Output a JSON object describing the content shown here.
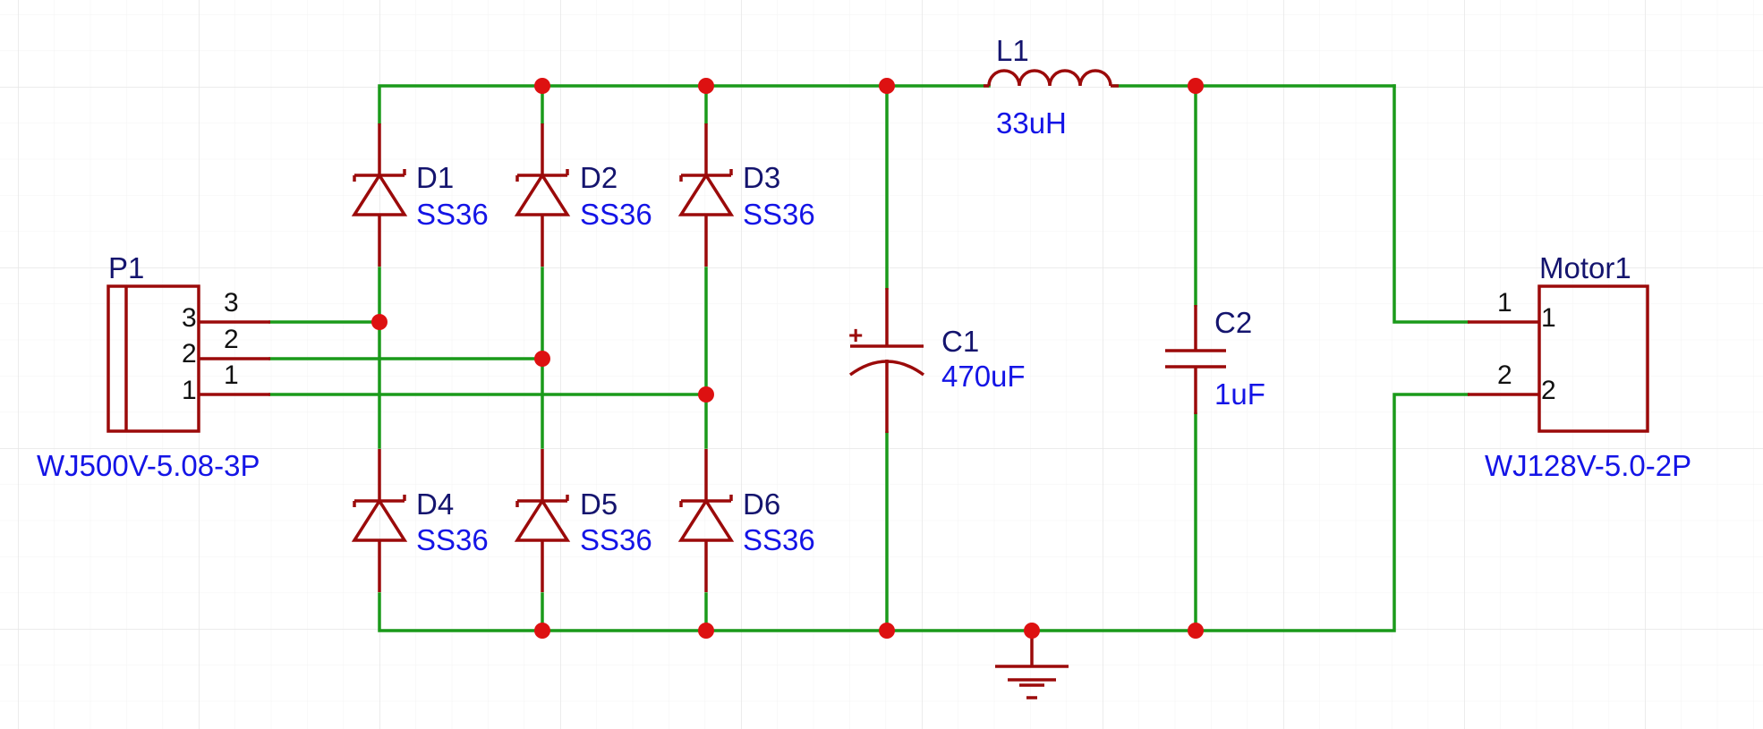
{
  "schematic": {
    "colors": {
      "wire": "#1a9a1a",
      "symbol": "#9b0a0a",
      "junction": "#dd1111",
      "designator": "#14146e",
      "value": "#1414e6",
      "grid": "#e8e8e8"
    },
    "components": {
      "P1": {
        "designator": "P1",
        "value": "WJ500V-5.08-3P",
        "pins": [
          "3",
          "2",
          "1"
        ],
        "outer_pins": [
          "3",
          "2",
          "1"
        ]
      },
      "D1": {
        "designator": "D1",
        "value": "SS36"
      },
      "D2": {
        "designator": "D2",
        "value": "SS36"
      },
      "D3": {
        "designator": "D3",
        "value": "SS36"
      },
      "D4": {
        "designator": "D4",
        "value": "SS36"
      },
      "D5": {
        "designator": "D5",
        "value": "SS36"
      },
      "D6": {
        "designator": "D6",
        "value": "SS36"
      },
      "C1": {
        "designator": "C1",
        "value": "470uF",
        "polarity_mark": "+"
      },
      "C2": {
        "designator": "C2",
        "value": "1uF"
      },
      "L1": {
        "designator": "L1",
        "value": "33uH"
      },
      "Motor1": {
        "designator": "Motor1",
        "value": "WJ128V-5.0-2P",
        "pins": [
          "1",
          "2"
        ],
        "outer_pins": [
          "1",
          "2"
        ]
      }
    }
  }
}
